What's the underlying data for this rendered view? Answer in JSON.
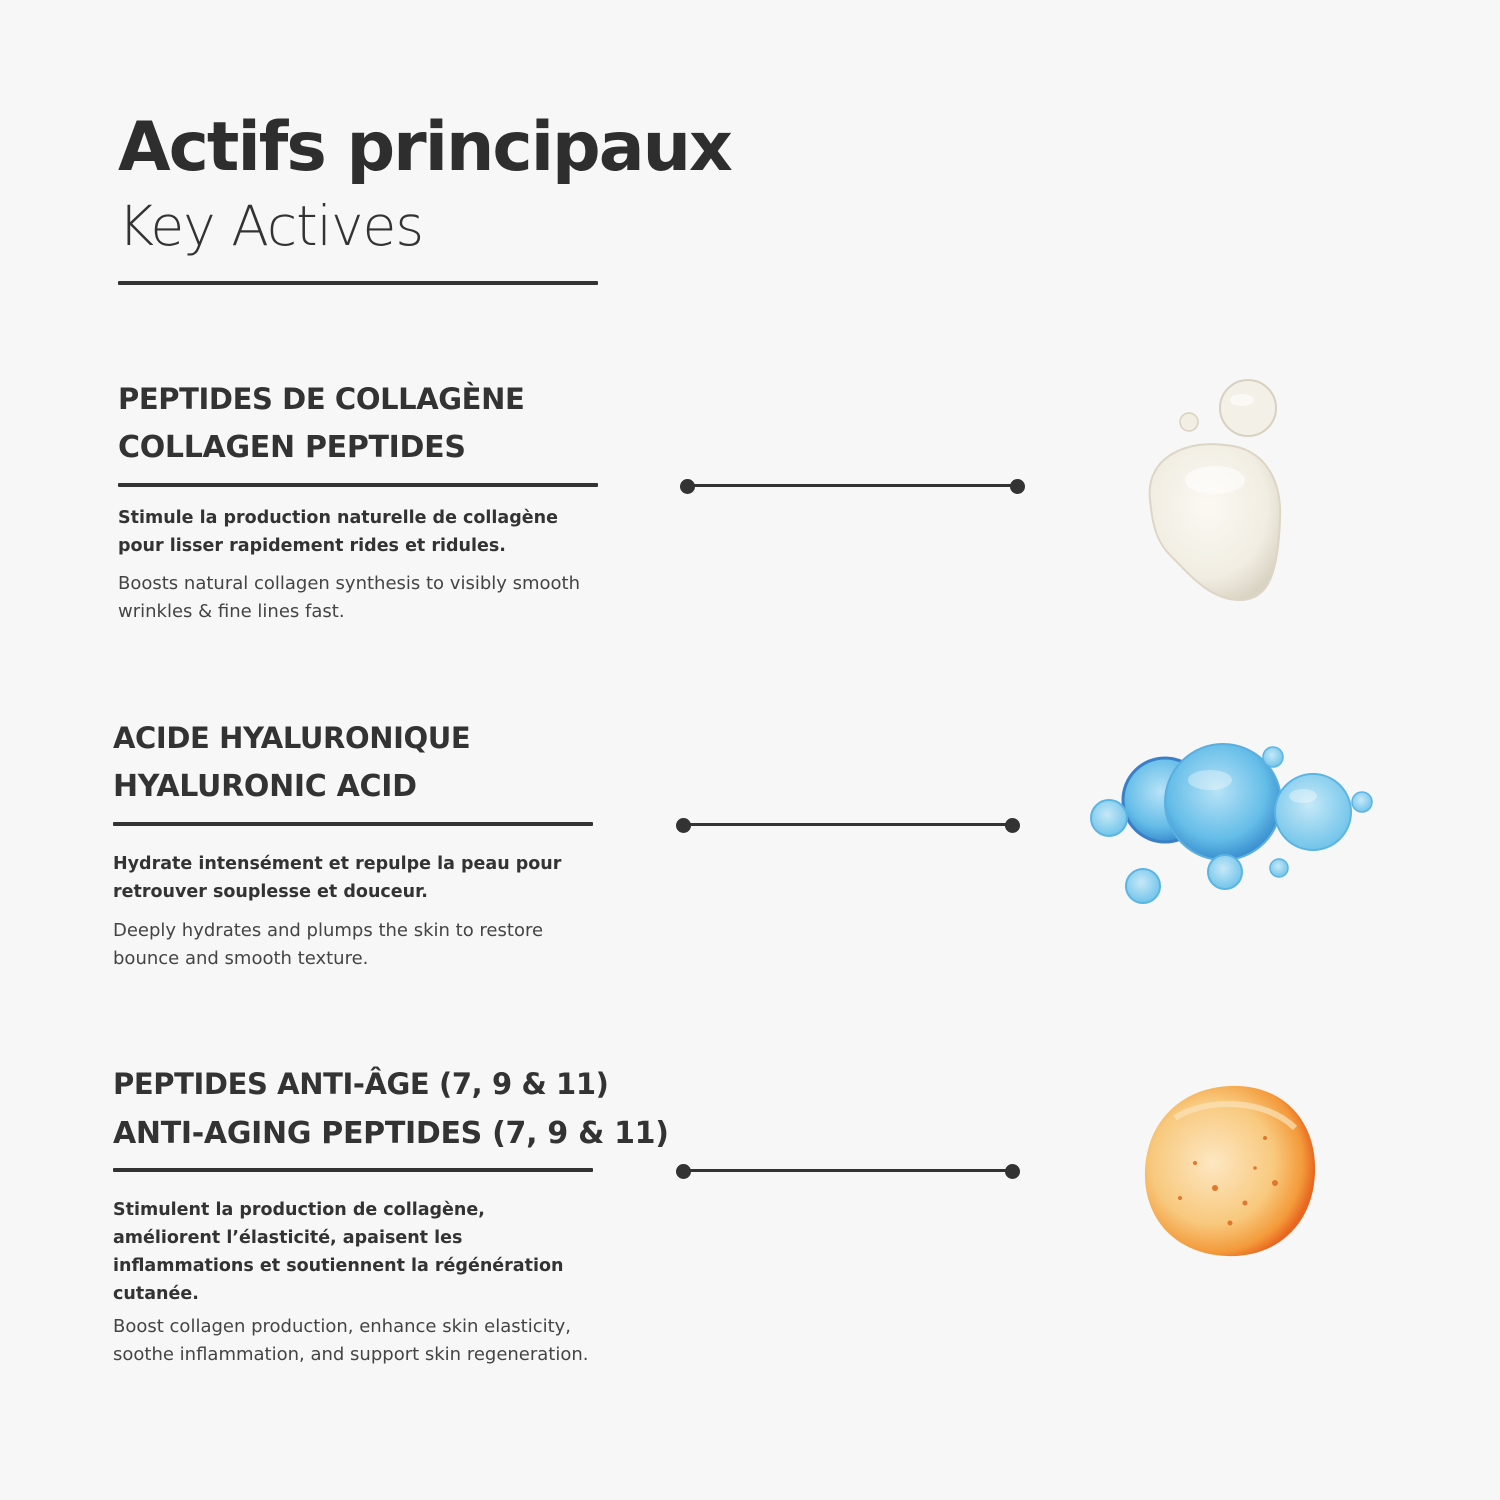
{
  "header": {
    "title_fr": "Actifs principaux",
    "title_en": "Key Actives"
  },
  "actives": [
    {
      "name_fr": "PEPTIDES DE COLLAGÈNE",
      "name_en": "COLLAGEN PEPTIDES",
      "desc_fr": "Stimule la production naturelle de collagène pour lisser rapidement rides et ridules.",
      "desc_en": "Boosts natural collagen synthesis to visibly smooth wrinkles & fine lines fast.",
      "texture_color": "#f2efe6"
    },
    {
      "name_fr": "ACIDE HYALURONIQUE",
      "name_en": "HYALURONIC ACID",
      "desc_fr": "Hydrate intensément et repulpe la peau pour retrouver souplesse et douceur.",
      "desc_en": "Deeply hydrates and plumps the skin to restore bounce and smooth texture.",
      "texture_color": "#5ab8e6"
    },
    {
      "name_fr": "PEPTIDES ANTI-ÂGE (7, 9 & 11)",
      "name_en": "ANTI-AGING PEPTIDES (7, 9 & 11)",
      "desc_fr": "Stimulent la production de collagène, améliorent l’élasticité, apaisent les inflammations et soutiennent la régénération cutanée.",
      "desc_en": "Boost collagen production, enhance skin elasticity, soothe inflammation, and support skin regeneration.",
      "texture_color": "#f5a94a"
    }
  ]
}
